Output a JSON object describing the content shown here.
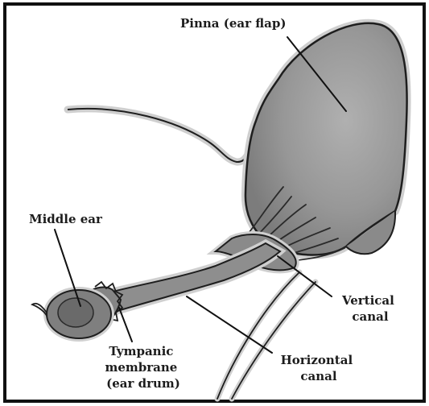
{
  "labels": {
    "pinna": "Pinna (ear flap)",
    "middle_ear": "Middle ear",
    "vertical_canal_line1": "Vertical",
    "vertical_canal_line2": "canal",
    "tympanic_line1": "Tympanic",
    "tympanic_line2": "membrane",
    "tympanic_line3": "(ear drum)",
    "horizontal_canal_line1": "Horizontal",
    "horizontal_canal_line2": "canal"
  },
  "colors": {
    "tissue_fill": "#8f8f8f",
    "outline": "#1e1e1e",
    "halo": "#cfcfcf",
    "frame": "#111111"
  }
}
